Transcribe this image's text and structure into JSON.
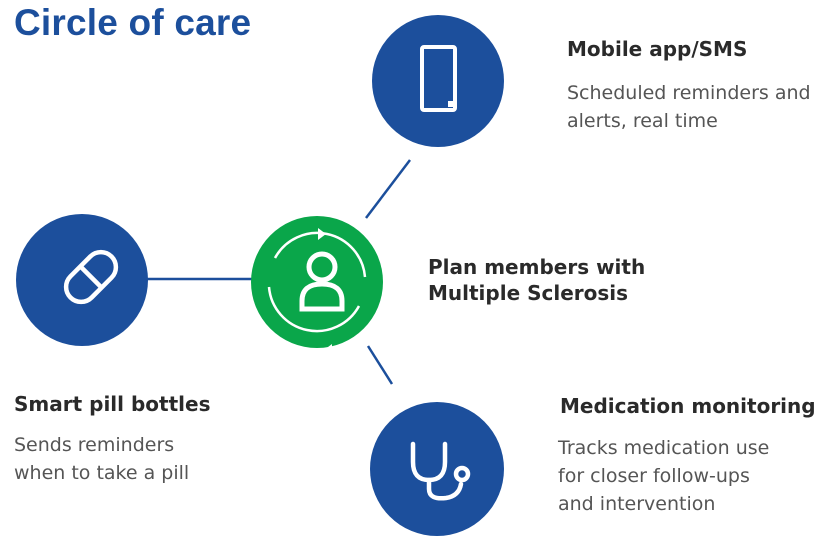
{
  "title": "Circle of care",
  "colors": {
    "title": "#1c4f9c",
    "node_blue": "#1c4f9c",
    "center_green": "#0aa64a",
    "connector": "#1c4f9c",
    "heading_text": "#2a2a2a",
    "desc_text": "#555555"
  },
  "center": {
    "icon": "person-icon",
    "heading_lines": [
      "Plan members with",
      "Multiple Sclerosis"
    ]
  },
  "nodes": {
    "mobile": {
      "icon": "smartphone-icon",
      "heading": "Mobile app/SMS",
      "desc_lines": [
        "Scheduled reminders and",
        "alerts, real time"
      ]
    },
    "pill": {
      "icon": "pill-icon",
      "heading": "Smart pill bottles",
      "desc_lines": [
        "Sends reminders",
        "when to take a pill"
      ]
    },
    "monitoring": {
      "icon": "stethoscope-icon",
      "heading": "Medication monitoring",
      "desc_lines": [
        "Tracks medication use",
        "for closer follow-ups",
        "and intervention"
      ]
    }
  }
}
